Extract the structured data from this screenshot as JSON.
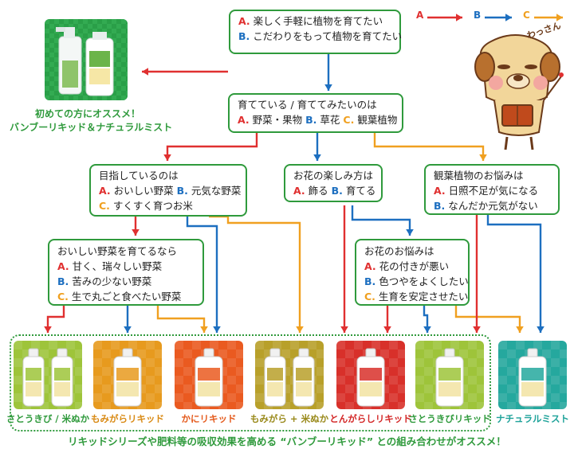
{
  "legend": [
    {
      "key": "A",
      "color": "#e03030"
    },
    {
      "key": "B",
      "color": "#1d6fc0"
    },
    {
      "key": "C",
      "color": "#f0a020"
    }
  ],
  "mascot": {
    "speech": "わっさん"
  },
  "intro_product": {
    "caption_line1": "初めての方にオススメ！",
    "caption_line2": "バンブーリキッド＆ナチュラルミスト"
  },
  "q1": {
    "items": [
      {
        "key": "A.",
        "text": "楽しく手軽に植物を育てたい"
      },
      {
        "key": "B.",
        "text": "こだわりをもって植物を育てたい"
      }
    ]
  },
  "q2": {
    "title": "育てている / 育ててみたいのは",
    "items": [
      {
        "key": "A.",
        "text": "野菜・果物"
      },
      {
        "key": "B.",
        "text": "草花"
      },
      {
        "key": "C.",
        "text": "観葉植物"
      }
    ]
  },
  "q_veg": {
    "title": "目指しているのは",
    "items": [
      {
        "key": "A.",
        "text": "おいしい野菜"
      },
      {
        "key": "B.",
        "text": "元気な野菜"
      },
      {
        "key": "C.",
        "text": "すくすく育つお米"
      }
    ]
  },
  "q_flower": {
    "title": "お花の楽しみ方は",
    "items": [
      {
        "key": "A.",
        "text": "飾る"
      },
      {
        "key": "B.",
        "text": "育てる"
      }
    ]
  },
  "q_foliage": {
    "title": "観葉植物のお悩みは",
    "items": [
      {
        "key": "A.",
        "text": "日照不足が気になる"
      },
      {
        "key": "B.",
        "text": "なんだか元気がない"
      }
    ]
  },
  "q_tasty": {
    "title": "おいしい野菜を育てるなら",
    "items": [
      {
        "key": "A.",
        "text": "甘く、瑞々しい野菜"
      },
      {
        "key": "B.",
        "text": "苦みの少ない野菜"
      },
      {
        "key": "C.",
        "text": "生で丸ごと食べたい野菜"
      }
    ]
  },
  "q_flower_trouble": {
    "title": "お花のお悩みは",
    "items": [
      {
        "key": "A.",
        "text": "花の付きが悪い"
      },
      {
        "key": "B.",
        "text": "色つやをよくしたい"
      },
      {
        "key": "C.",
        "text": "生育を安定させたい"
      }
    ]
  },
  "products": [
    {
      "label": "さとうきび / 米ぬか",
      "label_color": "#2f9a3c",
      "tile_color": "#9ec43a",
      "bottles": 2
    },
    {
      "label": "もみがらリキッド",
      "label_color": "#d98a14",
      "tile_color": "#e79a1e",
      "bottles": 1
    },
    {
      "label": "かにリキッド",
      "label_color": "#e45a1c",
      "tile_color": "#ea5a20",
      "bottles": 1
    },
    {
      "label": "もみがら + 米ぬか",
      "label_color": "#9a8a1c",
      "tile_color": "#b8a02a",
      "bottles": 2
    },
    {
      "label": "とんがらしリキッド",
      "label_color": "#d42828",
      "tile_color": "#d8302a",
      "bottles": 1
    },
    {
      "label": "さとうきびリキッド",
      "label_color": "#2f9a3c",
      "tile_color": "#9ec43a",
      "bottles": 1
    },
    {
      "label": "ナチュラルミスト",
      "label_color": "#1fa39a",
      "tile_color": "#25a89e",
      "bottles": 1
    }
  ],
  "bottom_note": "リキッドシリーズや肥料等の吸収効果を高める “バンブーリキッド” との組み合わせがオススメ！"
}
